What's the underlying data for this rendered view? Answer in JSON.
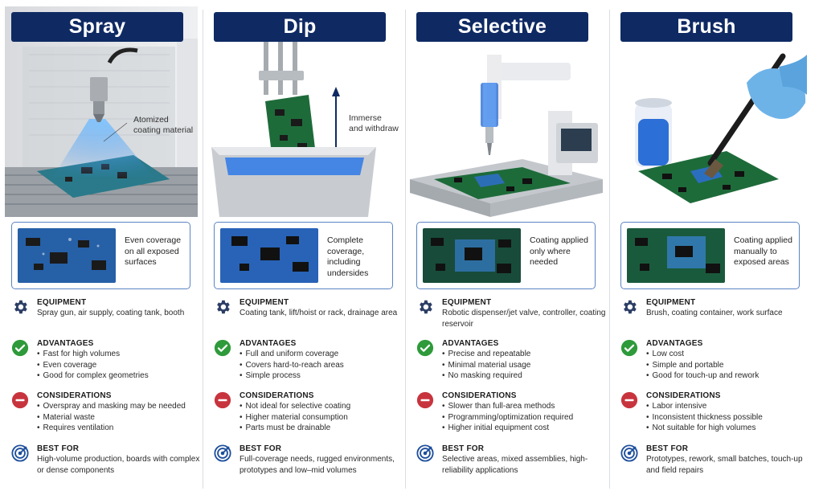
{
  "columns": [
    {
      "title": "Spray",
      "scene_labels": [
        "Atomized",
        "coating material"
      ],
      "summary": "Even coverage on all exposed surfaces",
      "equipment": {
        "heading": "EQUIPMENT",
        "text": "Spray gun, air supply, coating tank, booth"
      },
      "advantages": {
        "heading": "ADVANTAGES",
        "items": [
          "Fast for high volumes",
          "Even coverage",
          "Good for complex geometries"
        ]
      },
      "considerations": {
        "heading": "CONSIDERATIONS",
        "items": [
          "Overspray and masking may be needed",
          "Material waste",
          "Requires ventilation"
        ]
      },
      "best_for": {
        "heading": "BEST FOR",
        "text": "High-volume production, boards with complex or dense components"
      }
    },
    {
      "title": "Dip",
      "scene_labels": [
        "Immerse",
        "and withdraw"
      ],
      "summary": "Complete coverage, including undersides",
      "equipment": {
        "heading": "EQUIPMENT",
        "text": "Coating tank, lift/hoist or rack, drainage area"
      },
      "advantages": {
        "heading": "ADVANTAGES",
        "items": [
          "Full and uniform coverage",
          "Covers hard-to-reach areas",
          "Simple process"
        ]
      },
      "considerations": {
        "heading": "CONSIDERATIONS",
        "items": [
          "Not ideal for selective coating",
          "Higher material consumption",
          "Parts must be drainable"
        ]
      },
      "best_for": {
        "heading": "BEST FOR",
        "text": "Full-coverage needs, rugged environments, prototypes and low–mid volumes"
      }
    },
    {
      "title": "Selective",
      "scene_labels": [],
      "summary": "Coating applied only where needed",
      "equipment": {
        "heading": "EQUIPMENT",
        "text": "Robotic dispenser/jet valve, controller, coating reservoir"
      },
      "advantages": {
        "heading": "ADVANTAGES",
        "items": [
          "Precise and repeatable",
          "Minimal material usage",
          "No masking required"
        ]
      },
      "considerations": {
        "heading": "CONSIDERATIONS",
        "items": [
          "Slower than full-area methods",
          "Programming/optimization required",
          "Higher initial equipment cost"
        ]
      },
      "best_for": {
        "heading": "BEST FOR",
        "text": "Selective areas, mixed assemblies, high-reliability applications"
      }
    },
    {
      "title": "Brush",
      "scene_labels": [],
      "summary": "Coating applied manually to exposed areas",
      "equipment": {
        "heading": "EQUIPMENT",
        "text": "Brush, coating container, work surface"
      },
      "advantages": {
        "heading": "ADVANTAGES",
        "items": [
          "Low cost",
          "Simple and portable",
          "Good for touch-up and rework"
        ]
      },
      "considerations": {
        "heading": "CONSIDERATIONS",
        "items": [
          "Labor intensive",
          "Inconsistent thickness possible",
          "Not suitable for high volumes"
        ]
      },
      "best_for": {
        "heading": "BEST FOR",
        "text": "Prototypes, rework, small batches, touch-up and field repairs"
      }
    }
  ],
  "icons": {
    "equipment": "gear-icon",
    "advantages": "check-circle-icon",
    "considerations": "minus-circle-icon",
    "best_for": "target-icon"
  },
  "colors": {
    "title_bar": "#0f2a63",
    "card_border": "#5a84c4",
    "check": "#2e9a3a",
    "minus": "#c8343d",
    "gear": "#2c3e66",
    "target": "#1e4f9c",
    "coating": "#3a78d8"
  }
}
